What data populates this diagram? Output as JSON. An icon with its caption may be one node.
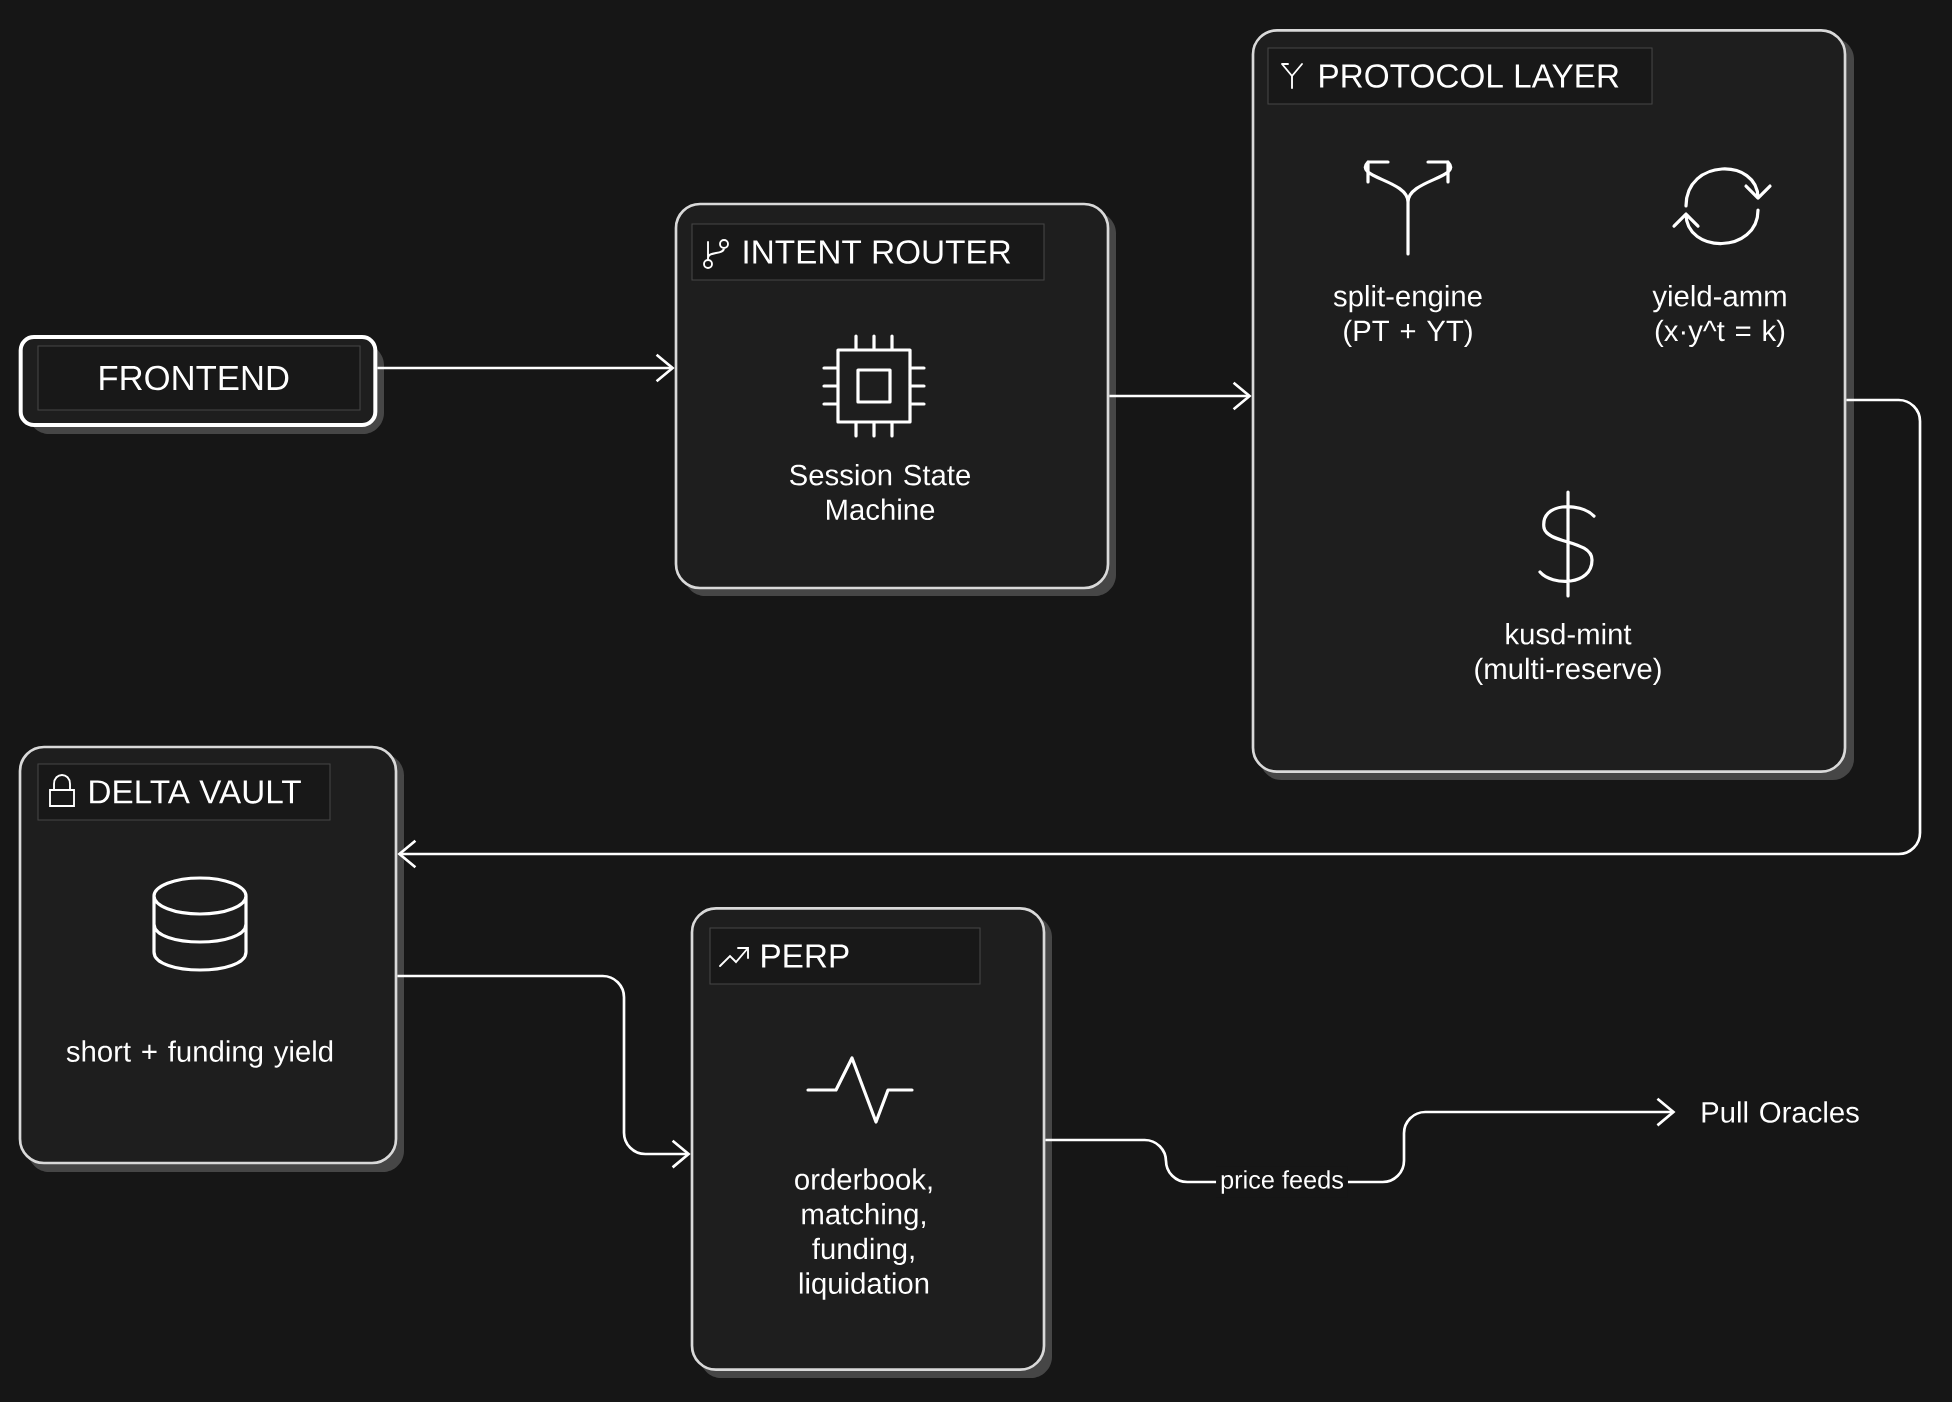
{
  "diagram": {
    "nodes": [
      {
        "text": [
          "FRONTEND"
        ]
      },
      {
        "text": [
          "INTENT ROUTER",
          "Session State Machine"
        ]
      },
      {
        "text": [
          "PROTOCOL LAYER"
        ]
      },
      {
        "text": [
          "DELTA VAULT",
          "short + funding yield"
        ]
      },
      {
        "text": [
          "PERP",
          "orderbook, matching, funding, liquidation"
        ]
      },
      {
        "text": [
          "Pull Oracles"
        ]
      }
    ],
    "edges": [
      {
        "from": 0,
        "to": 1,
        "arrow": "to"
      },
      {
        "from": 1,
        "to": 2,
        "arrow": "to"
      },
      {
        "from": 2,
        "to": 3,
        "arrow": "to"
      },
      {
        "from": 3,
        "to": 4,
        "arrow": "to"
      },
      {
        "from": 4,
        "to": 5,
        "arrow": "to",
        "label": "price feeds"
      }
    ],
    "labels": [
      "split-engine (PT + YT)",
      "yield-amm (x·y^t = k)",
      "kusd-mint (multi-reserve)"
    ]
  }
}
